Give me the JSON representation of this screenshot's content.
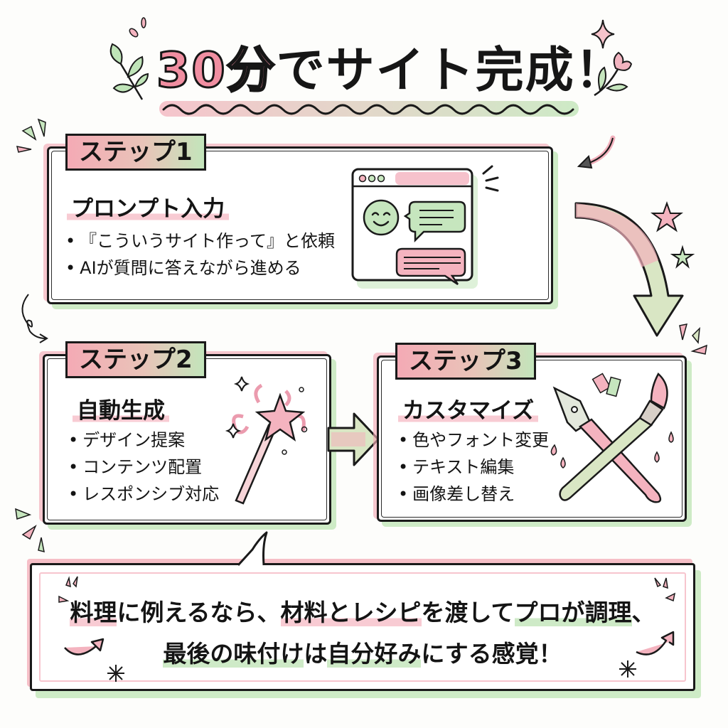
{
  "title": {
    "accent_part": "30分",
    "main_part": "でサイト完成！"
  },
  "steps": [
    {
      "tag": "ステップ1",
      "heading": "プロンプト入力",
      "bullets": [
        "『こういうサイト作って』と依頼",
        "AIが質問に答えながら進める"
      ],
      "illustration": "chat-window-icon"
    },
    {
      "tag": "ステップ2",
      "heading": "自動生成",
      "bullets": [
        "デザイン提案",
        "コンテンツ配置",
        "レスポンシブ対応"
      ],
      "illustration": "magic-wand-icon"
    },
    {
      "tag": "ステップ3",
      "heading": "カスタマイズ",
      "bullets": [
        "色やフォント変更",
        "テキスト編集",
        "画像差し替え"
      ],
      "illustration": "pen-and-brush-icon"
    }
  ],
  "summary": {
    "line1_parts": [
      "料理",
      "に例えるなら、",
      "材料とレシピ",
      "を渡して",
      "プロが調理",
      "、"
    ],
    "line2_parts": [
      "最後の味付け",
      "は",
      "自分好み",
      "にする感覚！"
    ]
  },
  "colors": {
    "pink": "#f08ea1",
    "green": "#b9e1af",
    "ink": "#161616",
    "background": "#fdfdfb"
  }
}
